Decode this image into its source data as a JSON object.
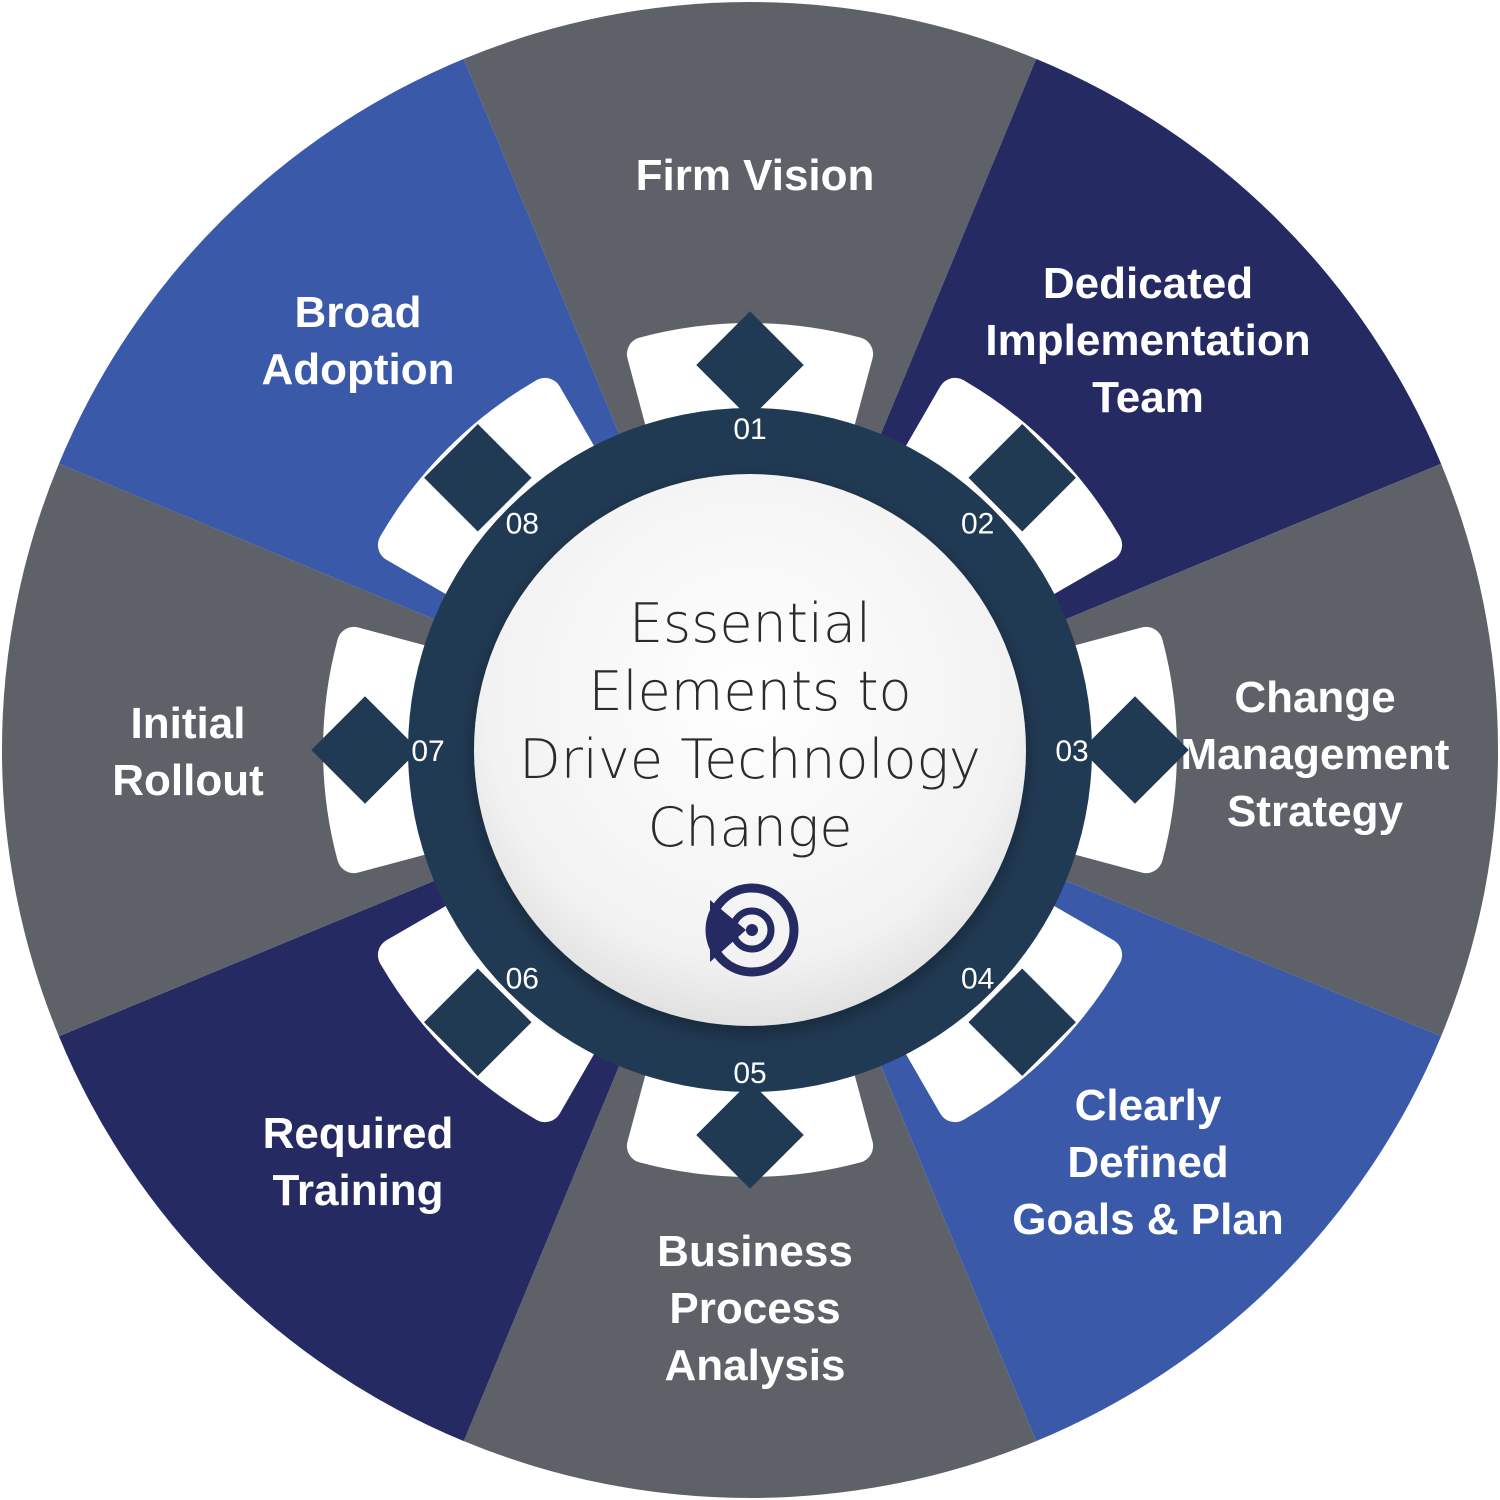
{
  "center": {
    "title_lines": [
      "Essential",
      "Elements to",
      "Drive Technology",
      "Change"
    ],
    "logo_icon": "target-play-icon"
  },
  "colors": {
    "gray": "#5e6168",
    "navy": "#262a63",
    "blue": "#3a5aa9",
    "ring": "#213a54",
    "white": "#ffffff",
    "title": "#2b2b2b"
  },
  "segments": [
    {
      "number": "01",
      "label_lines": [
        "Firm Vision"
      ],
      "color": "gray"
    },
    {
      "number": "02",
      "label_lines": [
        "Dedicated",
        "Implementation",
        "Team"
      ],
      "color": "navy"
    },
    {
      "number": "03",
      "label_lines": [
        "Change",
        "Management",
        "Strategy"
      ],
      "color": "gray"
    },
    {
      "number": "04",
      "label_lines": [
        "Clearly",
        "Defined",
        "Goals & Plan"
      ],
      "color": "blue"
    },
    {
      "number": "05",
      "label_lines": [
        "Business",
        "Process",
        "Analysis"
      ],
      "color": "gray"
    },
    {
      "number": "06",
      "label_lines": [
        "Required",
        "Training"
      ],
      "color": "navy"
    },
    {
      "number": "07",
      "label_lines": [
        "Initial",
        "Rollout"
      ],
      "color": "gray"
    },
    {
      "number": "08",
      "label_lines": [
        "Broad",
        "Adoption"
      ],
      "color": "blue"
    }
  ]
}
